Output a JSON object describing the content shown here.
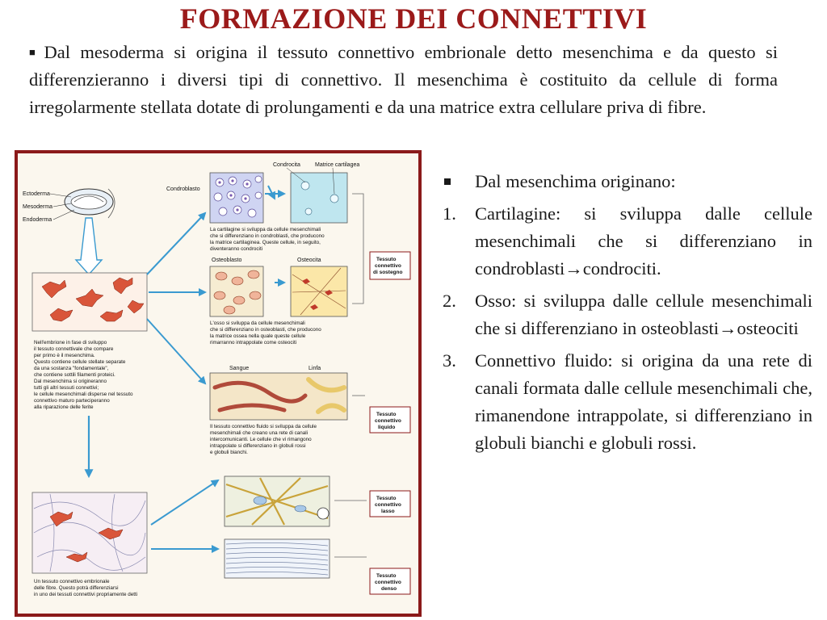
{
  "title": "FORMAZIONE DEI CONNETTIVI",
  "intro": "Dal mesoderma si origina il tessuto connettivo embrionale detto mesenchima e da questo si differenzieranno i diversi tipi di connettivo. Il mesenchima è costituito da cellule di forma irregolarmente stellata dotate di prolungamenti e da una matrice extra cellulare priva di fibre.",
  "right": {
    "lead": "Dal mesenchima originano:",
    "items": [
      {
        "num": "1.",
        "text": "Cartilagine: si sviluppa dalle cellule mesenchimali che si differenziano in condroblasti→condrociti."
      },
      {
        "num": "2.",
        "text": "Osso: si sviluppa dalle cellule mesenchimali che si differenziano in osteoblasti→osteociti"
      },
      {
        "num": "3.",
        "text": "Connettivo fluido: si origina da una rete di canali formata dalle cellule mesenchimali che, rimanendone intrappolate, si differenziano in globuli bianchi e globuli rossi."
      }
    ]
  },
  "figure": {
    "labels": {
      "ectoderma": "Ectoderma",
      "mesoderma": "Mesoderma",
      "endoderma": "Endoderma",
      "condroblasto": "Condroblasto",
      "condrocita": "Condrocita",
      "matrice": "Matrice cartilagea",
      "osteoblasto": "Osteoblasto",
      "osteocita": "Osteocita",
      "sangue": "Sangue",
      "linfa": "Linfa"
    },
    "captions": {
      "cartilagine": [
        "La cartilagine si sviluppa da cellule mesenchimali",
        "che si differenziano in condroblasti, che producono",
        "la matrice cartilaginea. Queste cellule, in seguito,",
        "diventeranno condrociti"
      ],
      "osso": [
        "L'osso si sviluppa da cellule mesenchimali",
        "che si differenziano in osteoblasti, che producono",
        "la matrice ossea nella quale queste cellule",
        "rimarranno intrappolate come osteociti"
      ],
      "fluido": [
        "Il tessuto connettivo fluido si sviluppa da cellule",
        "mesenchimali che creano una rete di canali",
        "intercomunicanti. Le cellule che vi rimangono",
        "intrappolate si differenziano in globuli rossi",
        "e globuli bianchi."
      ],
      "embrione": [
        "Nell'embrione in fase di sviluppo",
        "il tessuto connettivale che compare",
        "per primo è il mesenchima.",
        "Questo contiene cellule stellate separate",
        "da una sostanza \"fondamentale\",",
        "che contiene sottili filamenti proteici.",
        "Dal mesenchima si origineranno",
        "tutti gli altri tessuti connettivi;",
        "le cellule mesenchimali disperse nel tessuto",
        "connettivo maturo parteciperanno",
        "alla riparazione delle ferite"
      ],
      "embrionale": [
        "Un tessuto connettivo embrionale",
        "delle fibre. Questo potrà differenziarsi",
        "in uno dei tessuti connettivi propriamente detti"
      ]
    },
    "boxes": {
      "sostegno": [
        "Tessuto",
        "connettivo",
        "di sostegno"
      ],
      "liquido": [
        "Tessuto",
        "connettivo",
        "liquido"
      ],
      "lasso": [
        "Tessuto",
        "connettivo",
        "lasso"
      ],
      "denso": [
        "Tessuto",
        "connettivo",
        "denso"
      ]
    }
  },
  "colors": {
    "title": "#9b1a1a",
    "frame": "#8b1a1a",
    "arrow": "#3a9ad0"
  }
}
